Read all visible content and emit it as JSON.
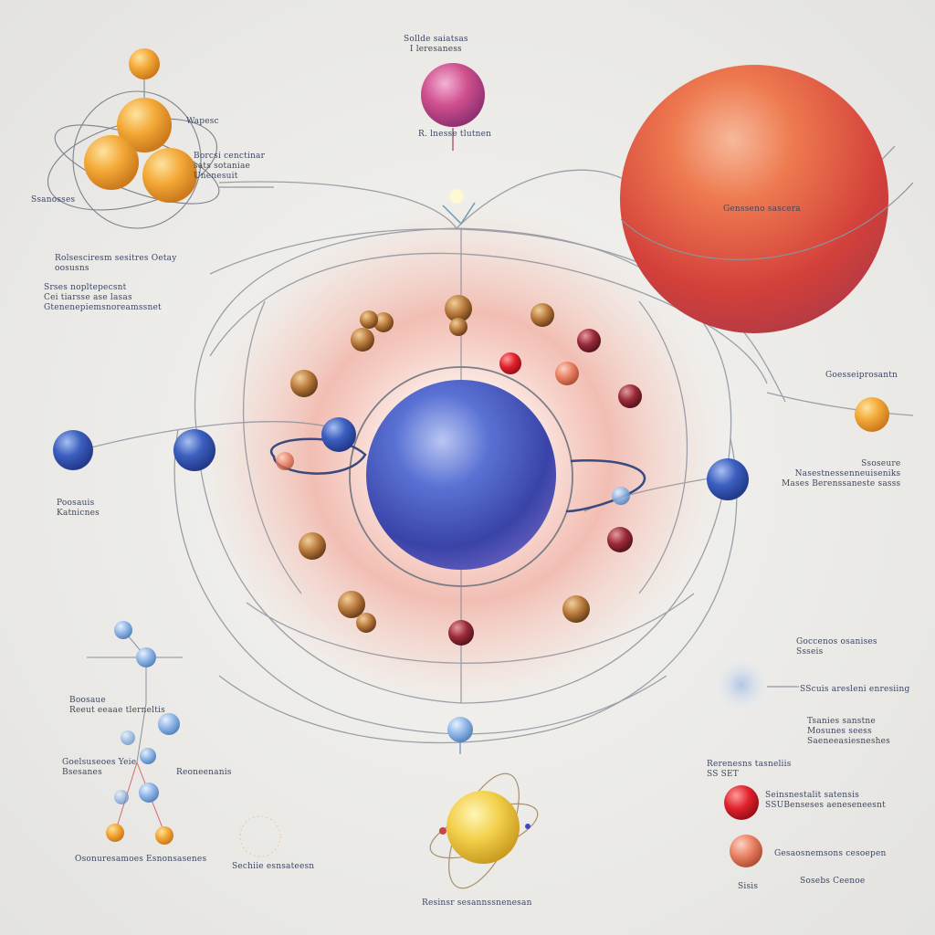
{
  "colors": {
    "background": "#ecebe8",
    "core_blue": "#4a5fc0",
    "glow": "#f0a89a",
    "planet_red": "#d9483a",
    "nucleus_orange": "#f0a93a",
    "orbit_line": "#8a8f9a",
    "label_ink": "#3d4660"
  },
  "icons": [
    "atom-model-icon",
    "planet-icon",
    "particle-icon",
    "molecule-icon"
  ],
  "labels": {
    "top_center": [
      "Sollde saiatsas",
      "I leresaness"
    ],
    "top_center_caption": [
      "R. lnesse tlutnen"
    ],
    "top_left_a": [
      "Wapesc"
    ],
    "top_left_b": [
      "Borcsi cenctinar",
      "sats sotaniae",
      "Unenesuit"
    ],
    "top_left_c": [
      "Ssanosses"
    ],
    "planet_caption": [
      "Gensseno sascera"
    ],
    "left_heading": [
      "Rolsesciresm sesitres Oetay",
      "oosusns"
    ],
    "left_small": [
      "Srses nopltepecsnt",
      "Cei tiarsse ase lasas",
      "Gtenenepiemsnoreamssnet"
    ],
    "left_blue": [
      "Poosauis",
      "Katnicnes"
    ],
    "right_top": [
      "Goesseiprosantn"
    ],
    "right_mid": [
      "Ssoseure",
      "Nasestnessenneuiseniks",
      "Mases Berenssaneste sasss"
    ],
    "right_lower": [
      "Goccenos osanises",
      "Ssseis"
    ],
    "right_lower2": [
      "SScuis aresleni enresiing"
    ],
    "right_lower3": [
      "Tsanies sanstne",
      "Mosunes seess",
      "Saeneeasiesneshes"
    ],
    "right_heading": [
      "Rerenesns tasneliis",
      "SS SET"
    ],
    "red_ball_label": [
      "Seinsnestalit satensis",
      "SSUBenseses aeneseneesnt"
    ],
    "orange_ball_label": [
      "Gesaosnemsons cesoepen"
    ],
    "bottom_right_small": [
      "Sosebs Ceenoe"
    ],
    "left_low_a": [
      "Boosaue",
      "Reeut eeaae tlerneltis"
    ],
    "left_low_b": [
      "Goelsuseoes Yeie",
      "Bsesanes"
    ],
    "left_low_c": [
      "Reoneenanis"
    ],
    "bottom_left_a": [
      "Osonuresamoes"
    ],
    "bottom_left_b": [
      "Esnonsasenes"
    ],
    "bottom_mid_left": [
      "Sechiie esnsateesn"
    ],
    "bottom_center": [
      "Resinsr sesannssnenesan"
    ],
    "bottom_right_tiny": [
      "Sisis"
    ]
  }
}
